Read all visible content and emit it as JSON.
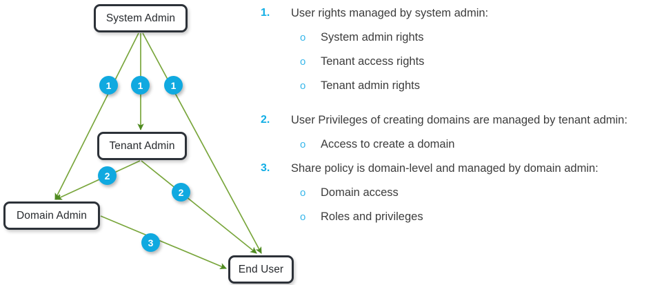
{
  "diagram": {
    "edge_color": "#79a63c",
    "badge_color": "#10a9e0",
    "node_border_color": "#2c3138",
    "nodes": [
      {
        "id": "system-admin",
        "label": "System Admin"
      },
      {
        "id": "tenant-admin",
        "label": "Tenant Admin"
      },
      {
        "id": "domain-admin",
        "label": "Domain Admin"
      },
      {
        "id": "end-user",
        "label": "End User"
      }
    ],
    "badges": [
      {
        "id": "badge-sa-da",
        "label": "1"
      },
      {
        "id": "badge-sa-ta",
        "label": "1"
      },
      {
        "id": "badge-sa-eu",
        "label": "1"
      },
      {
        "id": "badge-ta-da",
        "label": "2"
      },
      {
        "id": "badge-ta-eu",
        "label": "2"
      },
      {
        "id": "badge-da-eu",
        "label": "3"
      }
    ],
    "edges": [
      {
        "from": "System Admin",
        "to": "Domain Admin",
        "badge": "1"
      },
      {
        "from": "System Admin",
        "to": "Tenant Admin",
        "badge": "1"
      },
      {
        "from": "System Admin",
        "to": "End User",
        "badge": "1"
      },
      {
        "from": "Tenant Admin",
        "to": "Domain Admin",
        "badge": "2"
      },
      {
        "from": "Tenant Admin",
        "to": "End User",
        "badge": "2"
      },
      {
        "from": "Domain Admin",
        "to": "End User",
        "badge": "3"
      }
    ]
  },
  "list": {
    "number_color": "#12aee5",
    "marker_color": "#36b6ea",
    "text_color": "#3c3c3c",
    "items": [
      {
        "number": "1.",
        "text": "User rights managed by system admin:",
        "subs": [
          {
            "marker": "o",
            "text": "System admin rights"
          },
          {
            "marker": "o",
            "text": "Tenant access rights"
          },
          {
            "marker": "o",
            "text": "Tenant admin rights"
          }
        ]
      },
      {
        "number": "2.",
        "text": "User Privileges of creating domains are managed by tenant admin:",
        "subs": [
          {
            "marker": "o",
            "text": "Access to create a domain"
          }
        ]
      },
      {
        "number": "3.",
        "text": "Share policy is domain-level and managed by domain admin:",
        "subs": [
          {
            "marker": "o",
            "text": "Domain access"
          },
          {
            "marker": "o",
            "text": "Roles and privileges"
          }
        ]
      }
    ]
  }
}
